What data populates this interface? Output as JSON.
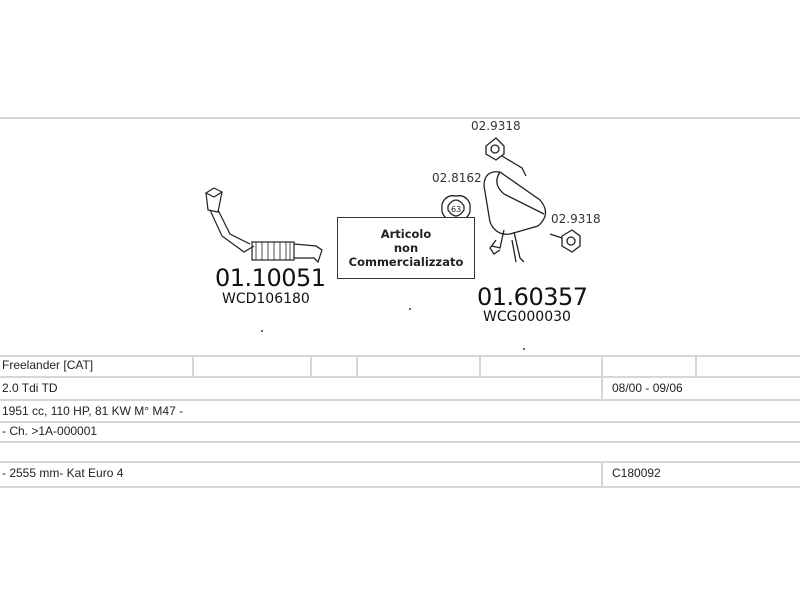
{
  "parts": [
    {
      "code": "01.10051",
      "ref": "WCD106180",
      "name": "front-pipe"
    },
    {
      "code": "01.60357",
      "ref": "WCG000030",
      "name": "rear-silencer"
    },
    {
      "code": "02.9318",
      "name": "rubber-mount-top"
    },
    {
      "code": "02.8162",
      "name": "gasket",
      "label": "63"
    },
    {
      "code": "02.9318",
      "name": "rubber-mount-right"
    }
  ],
  "not_sold_box": {
    "line1": "Articolo",
    "line2": "non",
    "line3": "Commercializzato"
  },
  "table": {
    "rows": [
      {
        "left": "Freelander  [CAT]",
        "right": ""
      },
      {
        "left": "2.0 Tdi TD",
        "right": "08/00 - 09/06"
      },
      {
        "left": "1951 cc, 110 HP, 81 KW M° M47 -",
        "right": ""
      },
      {
        "left": "- Ch. >1A-000001",
        "right": ""
      },
      {
        "left": "",
        "right": ""
      },
      {
        "left": "- 2555 mm- Kat Euro 4",
        "right": "C180092"
      }
    ]
  },
  "colors": {
    "line": "#d6d6d6",
    "ink": "#222222"
  }
}
